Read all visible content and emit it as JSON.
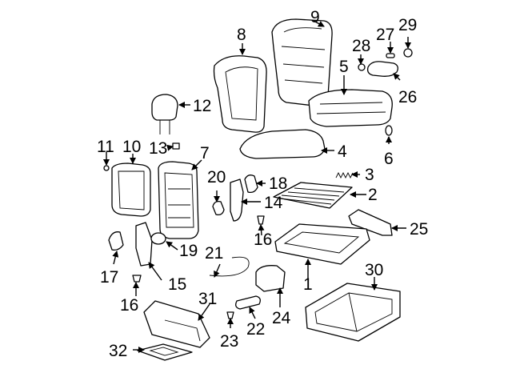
{
  "diagram": {
    "type": "exploded-parts-diagram",
    "callouts": [
      "1",
      "2",
      "3",
      "4",
      "5",
      "6",
      "7",
      "8",
      "9",
      "10",
      "11",
      "12",
      "13",
      "14",
      "15",
      "16",
      "16",
      "17",
      "18",
      "19",
      "20",
      "21",
      "22",
      "23",
      "24",
      "25",
      "26",
      "27",
      "28",
      "29",
      "30",
      "31",
      "32"
    ],
    "parts": [
      {
        "key": "seat-frame",
        "callout": "1"
      },
      {
        "key": "seat-spring-panel",
        "callout": "2"
      },
      {
        "key": "coil-spring",
        "callout": "3"
      },
      {
        "key": "seat-cushion-pad",
        "callout": "4"
      },
      {
        "key": "seat-cushion-cover",
        "callout": "5"
      },
      {
        "key": "clip",
        "callout": "6"
      },
      {
        "key": "seat-back-frame",
        "callout": "7"
      },
      {
        "key": "seat-back-pad",
        "callout": "8"
      },
      {
        "key": "seat-back-cover",
        "callout": "9"
      },
      {
        "key": "back-panel",
        "callout": "10"
      },
      {
        "key": "back-panel-screw",
        "callout": "11"
      },
      {
        "key": "headrest",
        "callout": "12"
      },
      {
        "key": "headrest-guide",
        "callout": "13"
      },
      {
        "key": "recliner-bracket",
        "callout": "14"
      },
      {
        "key": "side-bracket",
        "callout": "15"
      },
      {
        "key": "bolt-left",
        "callout": "16"
      },
      {
        "key": "bolt-right",
        "callout": "16"
      },
      {
        "key": "cover-cap",
        "callout": "17"
      },
      {
        "key": "pivot-cover",
        "callout": "18"
      },
      {
        "key": "recliner-cap",
        "callout": "19"
      },
      {
        "key": "small-cover",
        "callout": "20"
      },
      {
        "key": "release-cable",
        "callout": "21"
      },
      {
        "key": "release-handle",
        "callout": "22"
      },
      {
        "key": "screw",
        "callout": "23"
      },
      {
        "key": "side-shield",
        "callout": "24"
      },
      {
        "key": "rear-trim",
        "callout": "25"
      },
      {
        "key": "armrest",
        "callout": "26"
      },
      {
        "key": "pin",
        "callout": "27"
      },
      {
        "key": "washer",
        "callout": "28"
      },
      {
        "key": "cap",
        "callout": "29"
      },
      {
        "key": "seat-riser",
        "callout": "30"
      },
      {
        "key": "storage-bin",
        "callout": "31"
      },
      {
        "key": "tray",
        "callout": "32"
      }
    ]
  }
}
